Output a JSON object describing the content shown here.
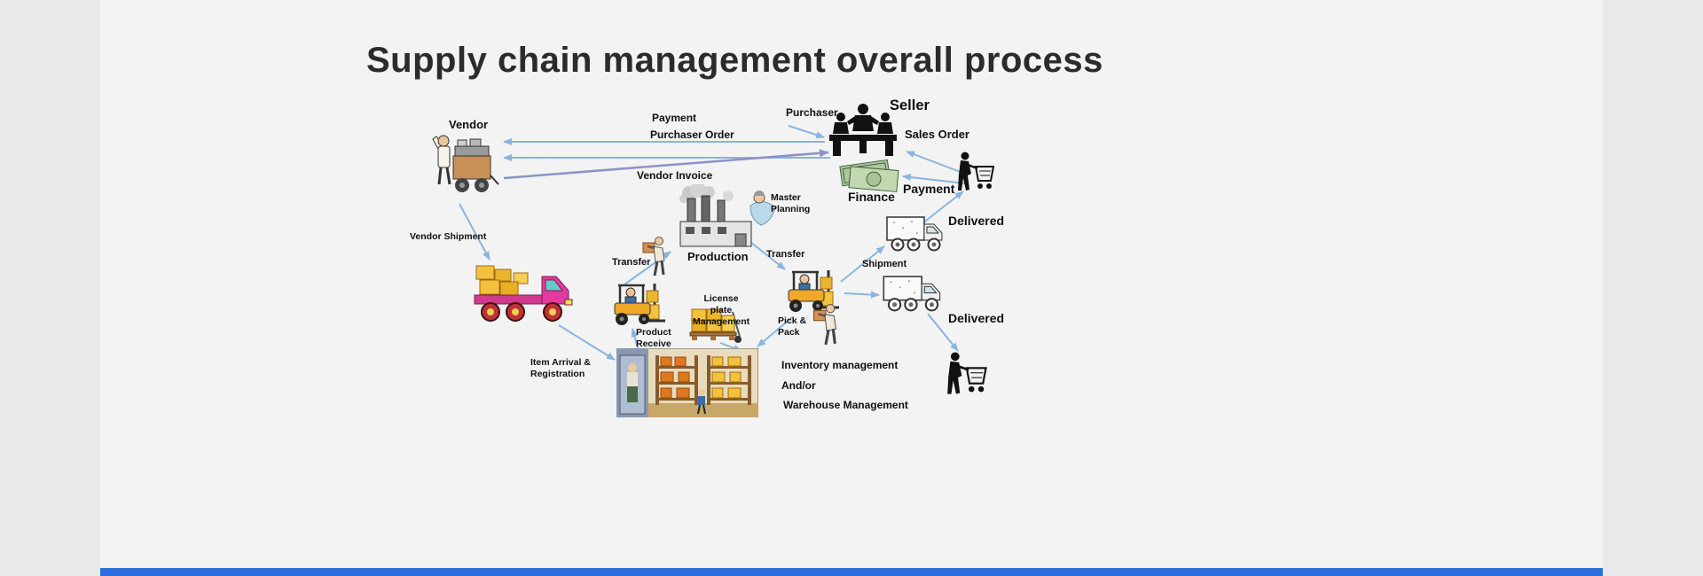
{
  "title": "Supply chain management overall process",
  "colors": {
    "background": "#e9e9e9",
    "slide": "#f3f3f3",
    "bottom_bar": "#2e6fdf",
    "arrow_blue": "#8ab4e0",
    "arrow_purple": "#8a93c9",
    "label_text": "#0f0f0f",
    "title_text": "#2b2b2b"
  },
  "labels": {
    "vendor": "Vendor",
    "payment_to_vendor": "Payment",
    "purchase_order": "Purchaser Order",
    "vendor_invoice": "Vendor Invoice",
    "purchaser": "Purchaser",
    "seller": "Seller",
    "sales_order": "Sales Order",
    "finance": "Finance",
    "payment_from_customer": "Payment",
    "master_planning": "Master Planning",
    "vendor_shipment": "Vendor Shipment",
    "transfer_inbound": "Transfer",
    "production": "Production",
    "transfer_outbound": "Transfer",
    "shipment": "Shipment",
    "delivered_top": "Delivered",
    "delivered_bottom": "Delivered",
    "license_plate_management": "License plate Management",
    "product_receive": "Product Receive",
    "pick_pack": "Pick & Pack",
    "item_arrival_registration": "Item Arrival & Registration",
    "inventory_management": "Inventory management",
    "and_or": "And/or",
    "warehouse_management": "Warehouse Management"
  }
}
